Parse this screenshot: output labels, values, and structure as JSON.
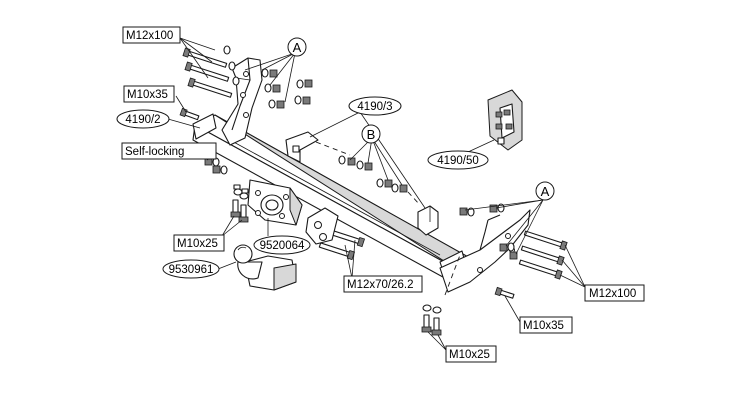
{
  "labels": {
    "bolt_top_left": "M12x100",
    "bolt_left": "M10x35",
    "bracket_left": "4190/2",
    "self_locking": "Self-locking",
    "bolt_under_left": "M10x25",
    "socket_plate": "9520064",
    "tow_ball": "9530961",
    "center_bracket": "4190/3",
    "bracket_inset": "4190/50",
    "bolt_center": "M12x70/26.2",
    "bolt_right": "M10x35",
    "bolt_right_top": "M12x100",
    "bolt_under_right": "M10x25"
  },
  "markers": {
    "a_left": "A",
    "b": "B",
    "a_right": "A"
  }
}
